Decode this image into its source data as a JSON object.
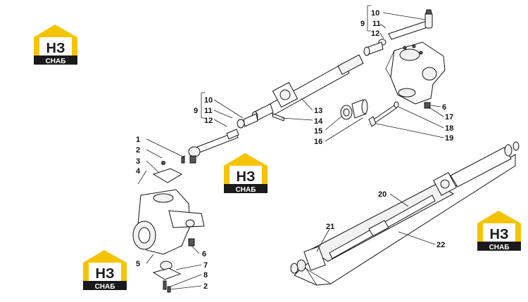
{
  "logo": {
    "mark": "НЗ",
    "text": "СНАБ",
    "color_yellow": "#f5c400",
    "color_dark": "#1a1a1a"
  },
  "callouts": {
    "c1": "1",
    "c2a": "2",
    "c2b": "2",
    "c3": "3",
    "c4": "4",
    "c5": "5",
    "c6a": "6",
    "c6b": "6",
    "c7": "7",
    "c8": "8",
    "c9a": "9",
    "c9b": "9",
    "c10a": "10",
    "c10b": "10",
    "c11a": "11",
    "c11b": "11",
    "c12a": "12",
    "c12b": "12",
    "c13": "13",
    "c14": "14",
    "c15": "15",
    "c16": "16",
    "c17": "17",
    "c18": "18",
    "c19": "19",
    "c20": "20",
    "c21": "21",
    "c22": "22"
  }
}
